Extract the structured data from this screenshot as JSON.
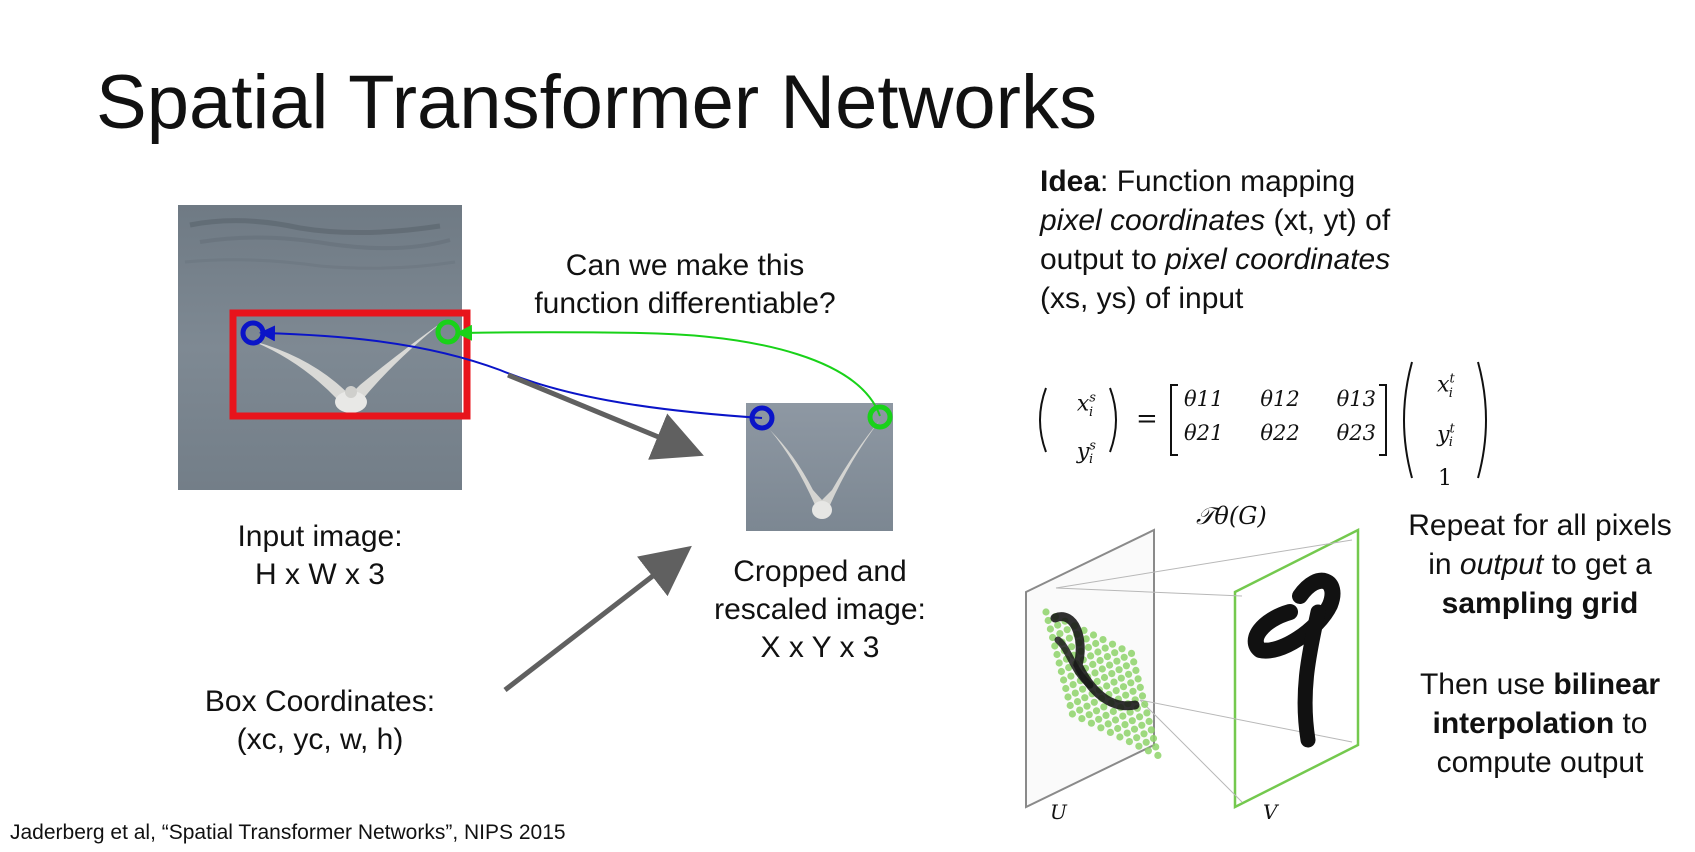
{
  "slide": {
    "title": "Spatial Transformer Networks",
    "question": [
      "Can we make this",
      "function differentiable?"
    ],
    "input_caption": [
      "Input image:",
      "H x W x 3"
    ],
    "cropped_caption": [
      "Cropped and",
      "rescaled image:",
      "X x Y x 3"
    ],
    "box_caption": [
      "Box Coordinates:",
      "(xc, yc, w, h)"
    ],
    "idea": {
      "lead": "Idea",
      "line1_rest": ": Function mapping",
      "line2_em": "pixel coordinates",
      "line2_rest": " (xt, yt) of",
      "line3_pre": "output to ",
      "line3_em": "pixel coordinates",
      "line4": "(xs, ys) of input"
    },
    "repeat": {
      "line1": "Repeat for all pixels",
      "line2_pre": "in ",
      "line2_em": "output",
      "line2_post": " to get a",
      "line3": "sampling grid",
      "then_pre": "Then use ",
      "then_bold": "bilinear",
      "interp_bold": "interpolation",
      "interp_post": " to",
      "compute": "compute output"
    },
    "equation": {
      "xs": "x",
      "ys": "y",
      "sup_s": "s",
      "sup_t": "t",
      "sub_i": "i",
      "theta": [
        "θ11",
        "θ12",
        "θ13",
        "θ21",
        "θ22",
        "θ23"
      ],
      "one": "1",
      "equals": "="
    },
    "diagram": {
      "transform_label": "𝒯θ(G)",
      "u_label": "U",
      "v_label": "V"
    },
    "citation": "Jaderberg et al, “Spatial Transformer Networks”, NIPS 2015",
    "colors": {
      "box": "#e8141c",
      "blue_marker": "#0a14c8",
      "green_marker": "#19d219",
      "arrow_gray": "#606060",
      "grid_green": "#8fd46a",
      "frame_green": "#74c94e"
    }
  }
}
